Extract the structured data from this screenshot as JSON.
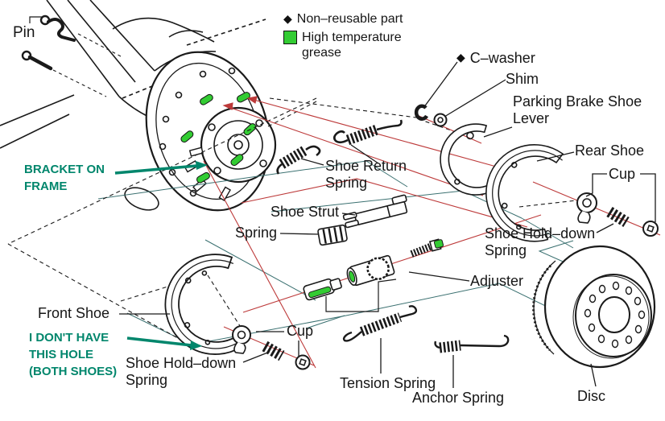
{
  "legend": {
    "diamond": "◆",
    "non_reusable": "Non–reusable part",
    "high_temp_grease": "High temperature\ngrease"
  },
  "labels": {
    "pin": "Pin",
    "c_washer": "C–washer",
    "shim": "Shim",
    "parking_brake_shoe_lever": "Parking Brake Shoe\nLever",
    "rear_shoe": "Rear Shoe",
    "cup_right": "Cup",
    "shoe_return_spring": "Shoe Return\nSpring",
    "shoe_strut": "Shoe Strut",
    "spring": "Spring",
    "shoe_hold_down_spring_right": "Shoe Hold–down\nSpring",
    "adjuster": "Adjuster",
    "front_shoe": "Front Shoe",
    "shoe_hold_down_spring_bottom": "Shoe Hold–down\nSpring",
    "cup_bottom": "Cup",
    "tension_spring": "Tension Spring",
    "anchor_spring": "Anchor Spring",
    "disc": "Disc"
  },
  "annotations": {
    "bracket_on_frame": "BRACKET ON\nFRAME",
    "no_hole_note": "I DON'T HAVE\nTHIS HOLE\n(BOTH SHOES)"
  },
  "colors": {
    "annotation_teal": "#00866c",
    "axis_red": "#bd3a3a",
    "construction_teal": "#3a7070",
    "grease_green": "#33cc33",
    "ink": "#1a1a1a"
  }
}
